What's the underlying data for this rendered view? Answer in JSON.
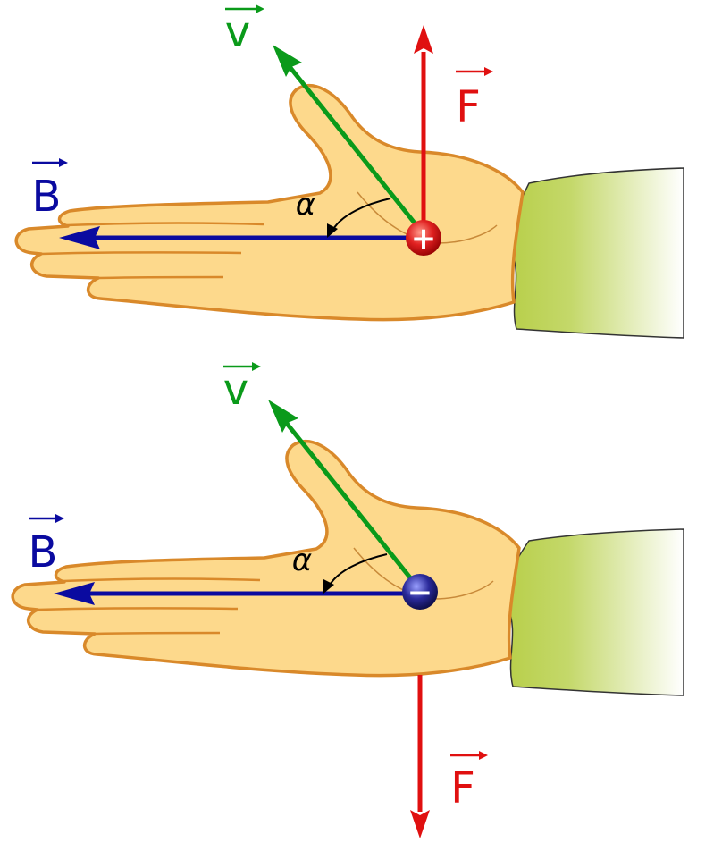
{
  "diagram": {
    "top": {
      "velocity_label": "v",
      "force_label": "F",
      "field_label": "B",
      "angle_label": "α",
      "charge_sign": "+"
    },
    "bottom": {
      "velocity_label": "v",
      "force_label": "F",
      "field_label": "B",
      "angle_label": "α",
      "charge_sign": "−"
    }
  },
  "colors": {
    "velocity": "#0a9a1a",
    "force": "#e01010",
    "field": "#0a0aa0",
    "skin": "#fdd98c",
    "skin_outline": "#d9892a",
    "sleeve": "#b8cf4a",
    "positive_charge": "#e02020",
    "negative_charge": "#1a1a80"
  }
}
